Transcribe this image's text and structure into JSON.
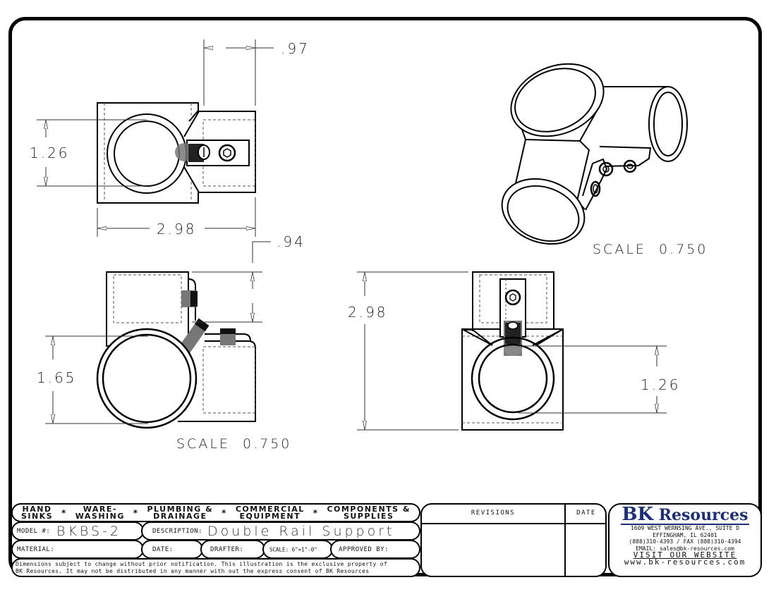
{
  "drawing": {
    "top_view": {
      "dimensions": {
        "overall_width": "2.98",
        "branch_length": ".97",
        "bore_height": "1.26"
      }
    },
    "front_view": {
      "dimensions": {
        "branch_offset": ".94",
        "bore_height": "1.65"
      },
      "scale_label": "SCALE  0.750"
    },
    "side_view": {
      "dimensions": {
        "overall_height": "2.98",
        "bore_height": "1.26"
      }
    },
    "iso_view": {
      "scale_label": "SCALE  0.750"
    }
  },
  "title_block": {
    "categories": [
      {
        "line1": "HAND",
        "line2": "SINKS"
      },
      {
        "line1": "WARE-",
        "line2": "WASHING"
      },
      {
        "line1": "PLUMBING &",
        "line2": "DRAINAGE"
      },
      {
        "line1": "COMMERCIAL",
        "line2": "EQUIPMENT"
      },
      {
        "line1": "COMPONENTS &",
        "line2": "SUPPLIES"
      }
    ],
    "separator": "*",
    "model_label": "MODEL #:",
    "model_value": "BKBS-2",
    "description_label": "DESCRIPTION:",
    "description_value": "Double Rail Support",
    "material_label": "MATERIAL:",
    "date_label": "DATE:",
    "drafter_label": "DRAFTER:",
    "scale_label": "SCALE: 6\"=1\"-0\"",
    "approved_label": "APPROVED BY:",
    "disclaimer_line1": "Dimensions subject to change without prior notification. This illustration is the exclusive property of",
    "disclaimer_line2": "BK Resources. It may not be distributed in any manner with out the express consent of BK Resources",
    "revisions_header": "REVISIONS",
    "date_header": "DATE"
  },
  "company": {
    "logo_initials": "BK",
    "logo_text": "Resources",
    "address1": "1609 WEST WERNSING AVE., SUITE D",
    "address2": "EFFINGHAM, IL 62401",
    "phone": "(888)310-4393 / FAX (888)310-4394",
    "email": "EMAIL: sales@bk-resources.com",
    "visit": "VISIT OUR WEBSITE",
    "website": "www.bk-resources.com",
    "brand_color": "#1c2e7a"
  }
}
